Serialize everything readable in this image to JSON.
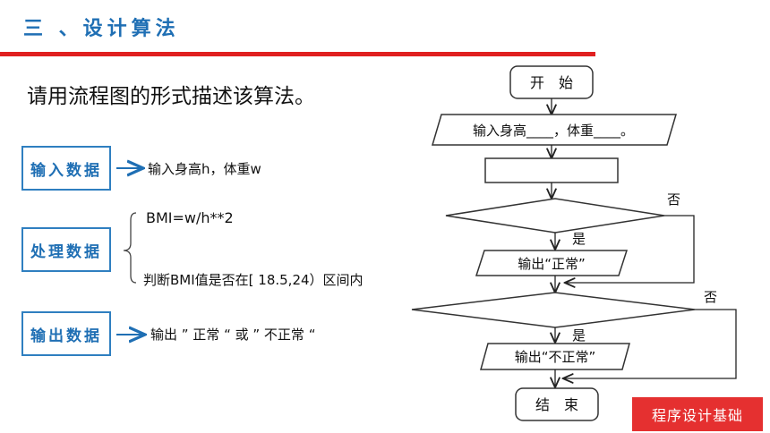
{
  "header": {
    "title": "三 、设计算法",
    "accent_color": "#1f6fb4",
    "rule_color": "#e02020"
  },
  "instruction": "请用流程图的形式描述该算法。",
  "steps": {
    "input": {
      "label": "输入数据",
      "detail": "输入身高h，体重w"
    },
    "process": {
      "label": "处理数据",
      "detail_1": "BMI=w/h**2",
      "detail_2": "判断BMI值是否在[ 18.5,24）区间内"
    },
    "output": {
      "label": "输出数据",
      "detail": "输出 ” 正常 “ 或 ” 不正常 “"
    }
  },
  "flowchart": {
    "start": "开　始",
    "input": "输入身高____，体重____。",
    "process": "",
    "yes_1": "是",
    "no_1": "否",
    "output_normal": "输出“正常”",
    "yes_2": "是",
    "no_2": "否",
    "output_abnormal": "输出“不正常”",
    "end": "结　束"
  },
  "badge": {
    "text": "程序设计基础",
    "color": "#e53030"
  }
}
